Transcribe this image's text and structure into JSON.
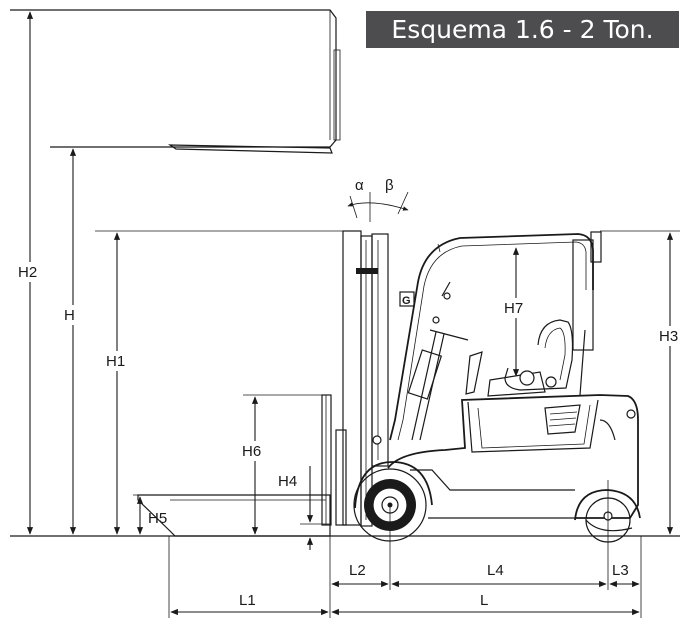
{
  "title": "Esquema 1.6 - 2 Ton.",
  "angle_labels": {
    "alpha": "α",
    "beta": "β"
  },
  "dimensions": {
    "h2": "H2",
    "h": "H",
    "h1": "H1",
    "h6": "H6",
    "h4": "H4",
    "h5": "H5",
    "h7": "H7",
    "h3": "H3",
    "l2": "L2",
    "l4": "L4",
    "l3": "L3",
    "l1": "L1",
    "l": "L"
  },
  "colors": {
    "banner": "#4d4d4f",
    "line": "#1a1a1a",
    "background": "#ffffff"
  }
}
